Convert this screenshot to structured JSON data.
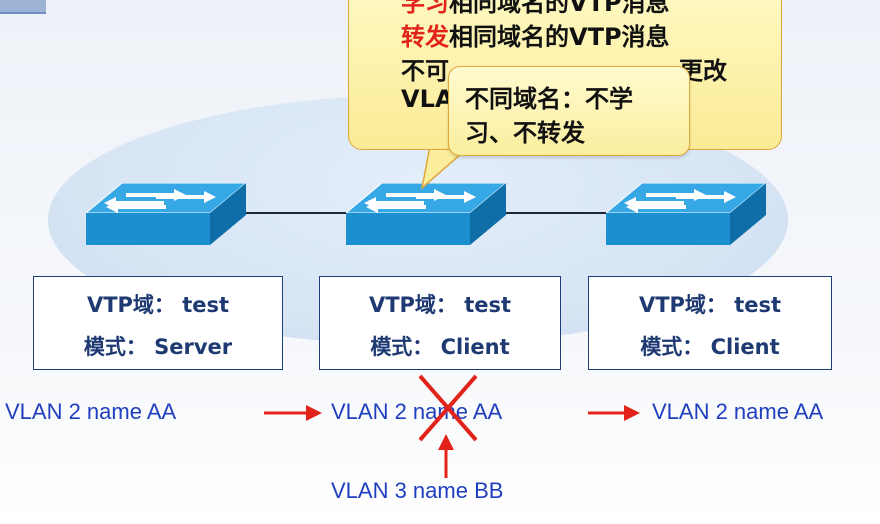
{
  "callout_main": {
    "line1_red": "学习",
    "line1_rest": "相同域名的VTP消息",
    "line2_red": "转发",
    "line2_rest": "相同域名的VTP消息",
    "line3_left": "不可",
    "line3_right": "更改",
    "line4_left": "VLA"
  },
  "callout_small": {
    "line1": "不同域名：不学",
    "line2": "习、不转发"
  },
  "switches": [
    {
      "domain": "VTP域： test",
      "mode": "模式： Server"
    },
    {
      "domain": "VTP域： test",
      "mode": "模式： Client"
    },
    {
      "domain": "VTP域： test",
      "mode": "模式： Client"
    }
  ],
  "vlans": {
    "left": "VLAN 2 name AA",
    "middle": "VLAN 2 name AA",
    "right": "VLAN 2 name AA",
    "bottom": "VLAN 3 name BB"
  },
  "colors": {
    "accent_red": "#e2231a",
    "text_blue": "#1f3fbf",
    "box_text": "#1f3a73",
    "switch_blue": "#1b8fd0",
    "callout_fill": "#fbeb96"
  },
  "icons": [
    "switch-icon",
    "arrow-right-icon",
    "arrow-up-icon",
    "cross-icon"
  ]
}
